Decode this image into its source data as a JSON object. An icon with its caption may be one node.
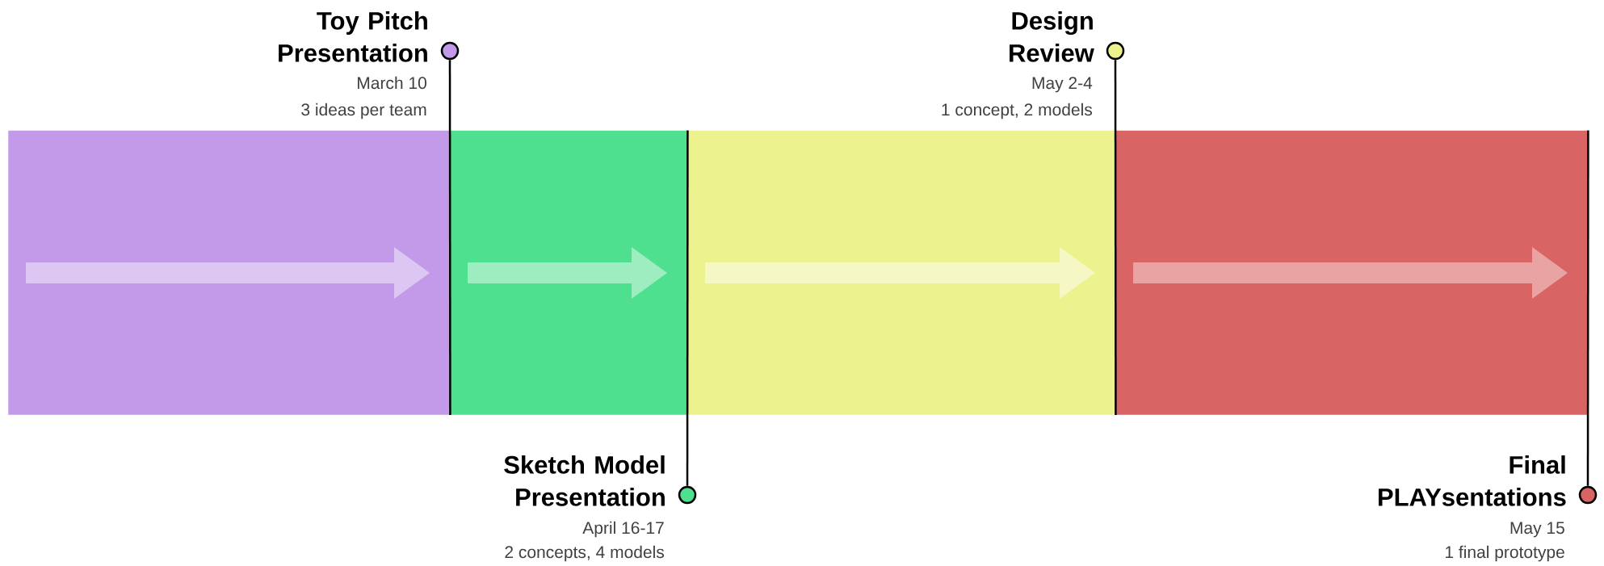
{
  "diagram": {
    "nodes": [
      {
        "text": [],
        "shape": "box"
      },
      {
        "text": [],
        "shape": "box"
      },
      {
        "text": [],
        "shape": "box"
      },
      {
        "text": [],
        "shape": "box"
      },
      {
        "text": [],
        "shape": "circle",
        "beside": [
          "Toy Pitch Presentation",
          "March 10",
          "3 ideas per team"
        ]
      },
      {
        "text": [],
        "shape": "circle",
        "beside": [
          "Sketch Model Presentation",
          "April 16-17",
          "2 concepts, 4 models"
        ]
      },
      {
        "text": [],
        "shape": "circle",
        "beside": [
          "Design Review",
          "May 2-4",
          "1 concept, 2 models"
        ]
      },
      {
        "text": [],
        "shape": "circle",
        "beside": [
          "Final PLAYsentations",
          "May 15",
          "1 final prototype"
        ]
      }
    ],
    "edges": [
      {
        "from": 4,
        "to": 0,
        "arrow": "none"
      },
      {
        "from": 5,
        "to": 1,
        "arrow": "none"
      },
      {
        "from": 6,
        "to": 2,
        "arrow": "none"
      },
      {
        "from": 7,
        "to": 3,
        "arrow": "none"
      }
    ]
  }
}
